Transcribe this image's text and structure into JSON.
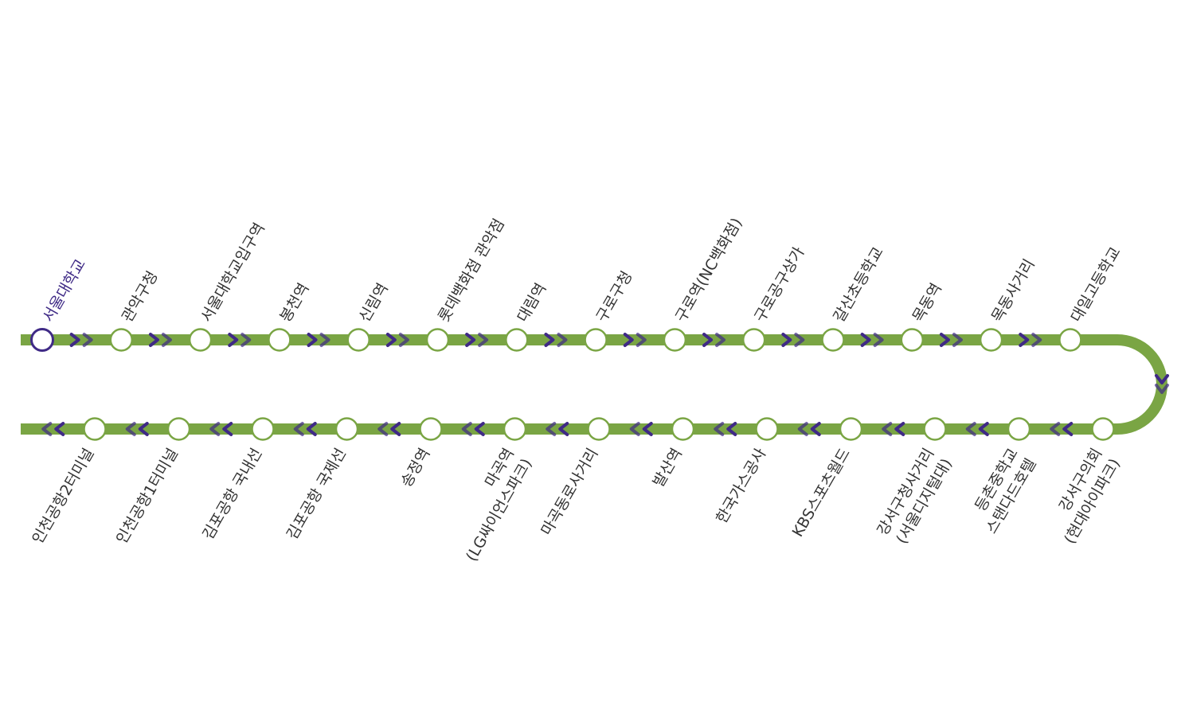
{
  "colors": {
    "line": "#7aa544",
    "arrow": "#3f2a86",
    "current_stop": "#3f2a86",
    "stop_fill": "#ffffff",
    "label": "#333333"
  },
  "current_stop_index": 0,
  "outbound_stops": [
    {
      "lines": [
        "서울대학교"
      ]
    },
    {
      "lines": [
        "관악구청"
      ]
    },
    {
      "lines": [
        "서울대학교입구역"
      ]
    },
    {
      "lines": [
        "봉천역"
      ]
    },
    {
      "lines": [
        "신림역"
      ]
    },
    {
      "lines": [
        "롯데백화점 관악점"
      ]
    },
    {
      "lines": [
        "대림역"
      ]
    },
    {
      "lines": [
        "구로구청"
      ]
    },
    {
      "lines": [
        "구로역(NC백화점)"
      ]
    },
    {
      "lines": [
        "구로공구상가"
      ]
    },
    {
      "lines": [
        "갈산초등학교"
      ]
    },
    {
      "lines": [
        "목동역"
      ]
    },
    {
      "lines": [
        "목동사거리"
      ]
    },
    {
      "lines": [
        "대일고등학교"
      ]
    }
  ],
  "inbound_stops": [
    {
      "lines": [
        "강서구의회",
        "(현대아이파크)"
      ]
    },
    {
      "lines": [
        "등촌중학교",
        "스탠다드호텔"
      ]
    },
    {
      "lines": [
        "강서구청사거리",
        "(서울디지털대)"
      ]
    },
    {
      "lines": [
        "KBS스포츠월드"
      ]
    },
    {
      "lines": [
        "한국가스공사"
      ]
    },
    {
      "lines": [
        "발산역"
      ]
    },
    {
      "lines": [
        "마곡동로사거리"
      ]
    },
    {
      "lines": [
        "마곡역",
        "(LG싸이언스파크)"
      ]
    },
    {
      "lines": [
        "송정역"
      ]
    },
    {
      "lines": [
        "김포공항 국제선"
      ]
    },
    {
      "lines": [
        "김포공항 국내선"
      ]
    },
    {
      "lines": [
        "인천공항1터미널"
      ]
    },
    {
      "lines": [
        "인천공항2터미널"
      ]
    }
  ]
}
